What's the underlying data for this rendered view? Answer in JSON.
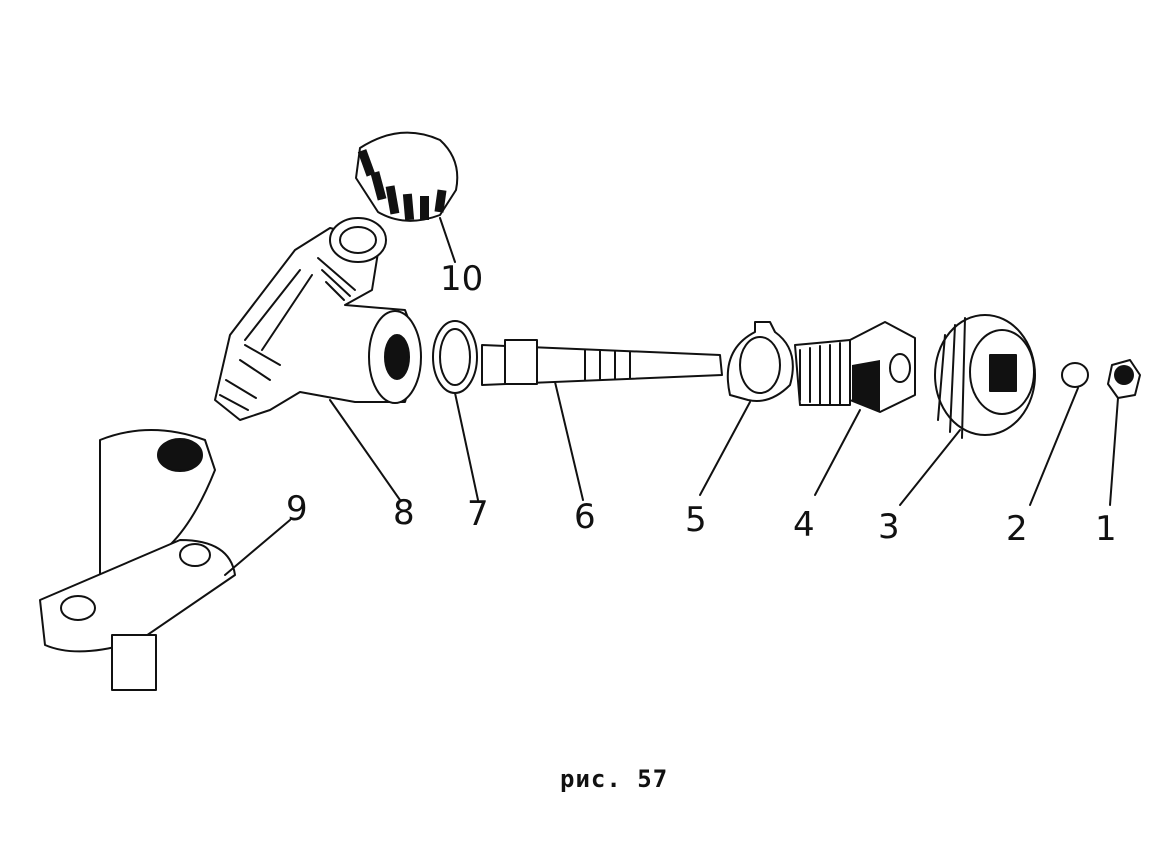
{
  "figure": {
    "caption": "рис. 57",
    "callouts": [
      "1",
      "2",
      "3",
      "4",
      "5",
      "6",
      "7",
      "8",
      "9",
      "10"
    ]
  }
}
